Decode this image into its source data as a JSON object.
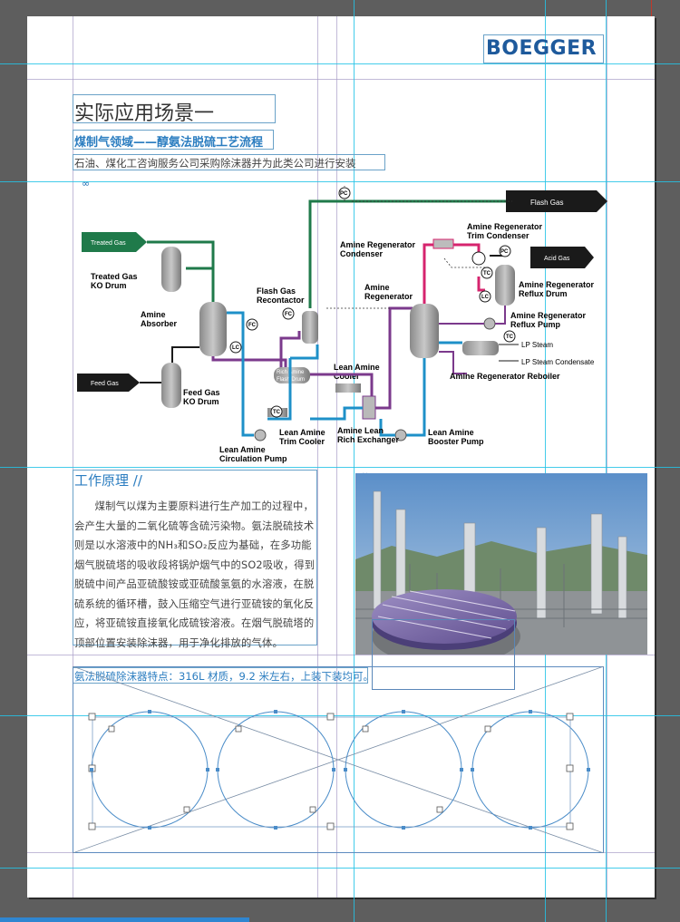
{
  "brand": {
    "logo_text": "BOEGGER"
  },
  "header": {
    "title": "实际应用场景一",
    "subtitle": "煤制气领域——醇氨法脱硫工艺流程",
    "description": "石油、煤化工咨询服务公司采购除沫器并为此类公司进行安装"
  },
  "diagram": {
    "labels": {
      "flash_gas": "Flash Gas",
      "treated_gas": "Treated Gas",
      "treated_gas_ko_drum_1": "Treated Gas",
      "treated_gas_ko_drum_2": "KO Drum",
      "amine_absorber_1": "Amine",
      "amine_absorber_2": "Absorber",
      "flash_gas_recontactor_1": "Flash Gas",
      "flash_gas_recontactor_2": "Recontactor",
      "feed_gas": "Feed Gas",
      "feed_gas_ko_drum_1": "Feed Gas",
      "feed_gas_ko_drum_2": "KO Drum",
      "rich_amine_flash_drum_1": "Rich Amine",
      "rich_amine_flash_drum_2": "Flash Drum",
      "lean_amine_cooler_1": "Lean Amine",
      "lean_amine_cooler_2": "Cooler",
      "amine_regenerator_condenser_1": "Amine Regenerator",
      "amine_regenerator_condenser_2": "Condenser",
      "amine_regenerator_trim_condenser_1": "Amine Regenerator",
      "amine_regenerator_trim_condenser_2": "Trim Condenser",
      "acid_gas": "Acid Gas",
      "amine_regenerator_1": "Amine",
      "amine_regenerator_2": "Regenerator",
      "amine_regenerator_reflux_drum_1": "Amine Regenerator",
      "amine_regenerator_reflux_drum_2": "Reflux Drum",
      "amine_regenerator_reflux_pump_1": "Amine Regenerator",
      "amine_regenerator_reflux_pump_2": "Reflux Pump",
      "lp_steam": "LP Steam",
      "lp_steam_condensate": "LP Steam Condensate",
      "amine_regenerator_reboiler": "Amine Regenerator Reboiler",
      "lean_amine_trim_cooler_1": "Lean Amine",
      "lean_amine_trim_cooler_2": "Trim Cooler",
      "amine_lean_rich_exchanger_1": "Amine Lean",
      "amine_lean_rich_exchanger_2": "Rich Exchanger",
      "lean_amine_booster_pump_1": "Lean Amine",
      "lean_amine_booster_pump_2": "Booster Pump",
      "lean_amine_circulation_pump_1": "Lean Amine",
      "lean_amine_circulation_pump_2": "Circulation Pump",
      "pc": "PC",
      "fc": "FC",
      "lc": "LC",
      "tc": "TC"
    },
    "colors": {
      "green": "#1f7a4a",
      "purple": "#7b3a8c",
      "blue": "#1e90c8",
      "magenta": "#d6246e",
      "gray": "#9a9a9a",
      "dark": "#1a1a1a"
    }
  },
  "principle": {
    "heading": "工作原理 //",
    "paragraph": "煤制气以煤为主要原料进行生产加工的过程中，会产生大量的二氧化硫等含硫污染物。氨法脱硫技术则是以水溶液中的NH₃和SO₂反应为基础，在多功能烟气脱硫塔的吸收段将锅炉烟气中的SO2吸收，得到脱硫中间产品亚硫酸铵或亚硫酸氢氨的水溶液，在脱硫系统的循环槽，鼓入压缩空气进行亚硫铵的氧化反应，将亚硫铵直接氧化成硫铵溶液。在烟气脱硫塔的顶部位置安装除沫器，用于净化排放的气体。"
  },
  "feature": {
    "text": "氨法脱硫除沫器特点：316L 材质，9.2 米左右，上装下装均可。"
  }
}
